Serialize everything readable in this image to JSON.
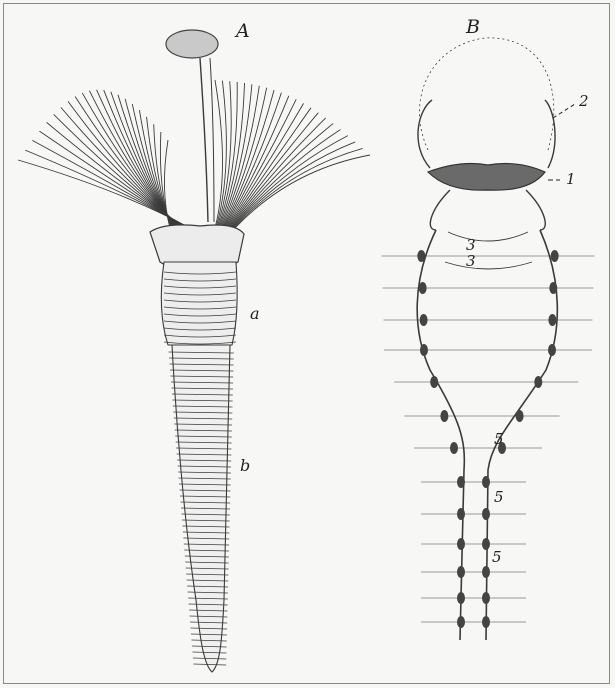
{
  "figure": {
    "panel_a": {
      "label": "A",
      "parts": {
        "a": "a",
        "b": "b"
      }
    },
    "panel_b": {
      "label": "B",
      "callouts": {
        "n1": "1",
        "n2": "2",
        "n3a": "3",
        "n3b": "3",
        "n5a": "5",
        "n5b": "5",
        "n5c": "5"
      }
    }
  },
  "colors": {
    "ink": "#3a3a3a",
    "ganglion": "#555555",
    "paper": "#f7f7f5"
  }
}
